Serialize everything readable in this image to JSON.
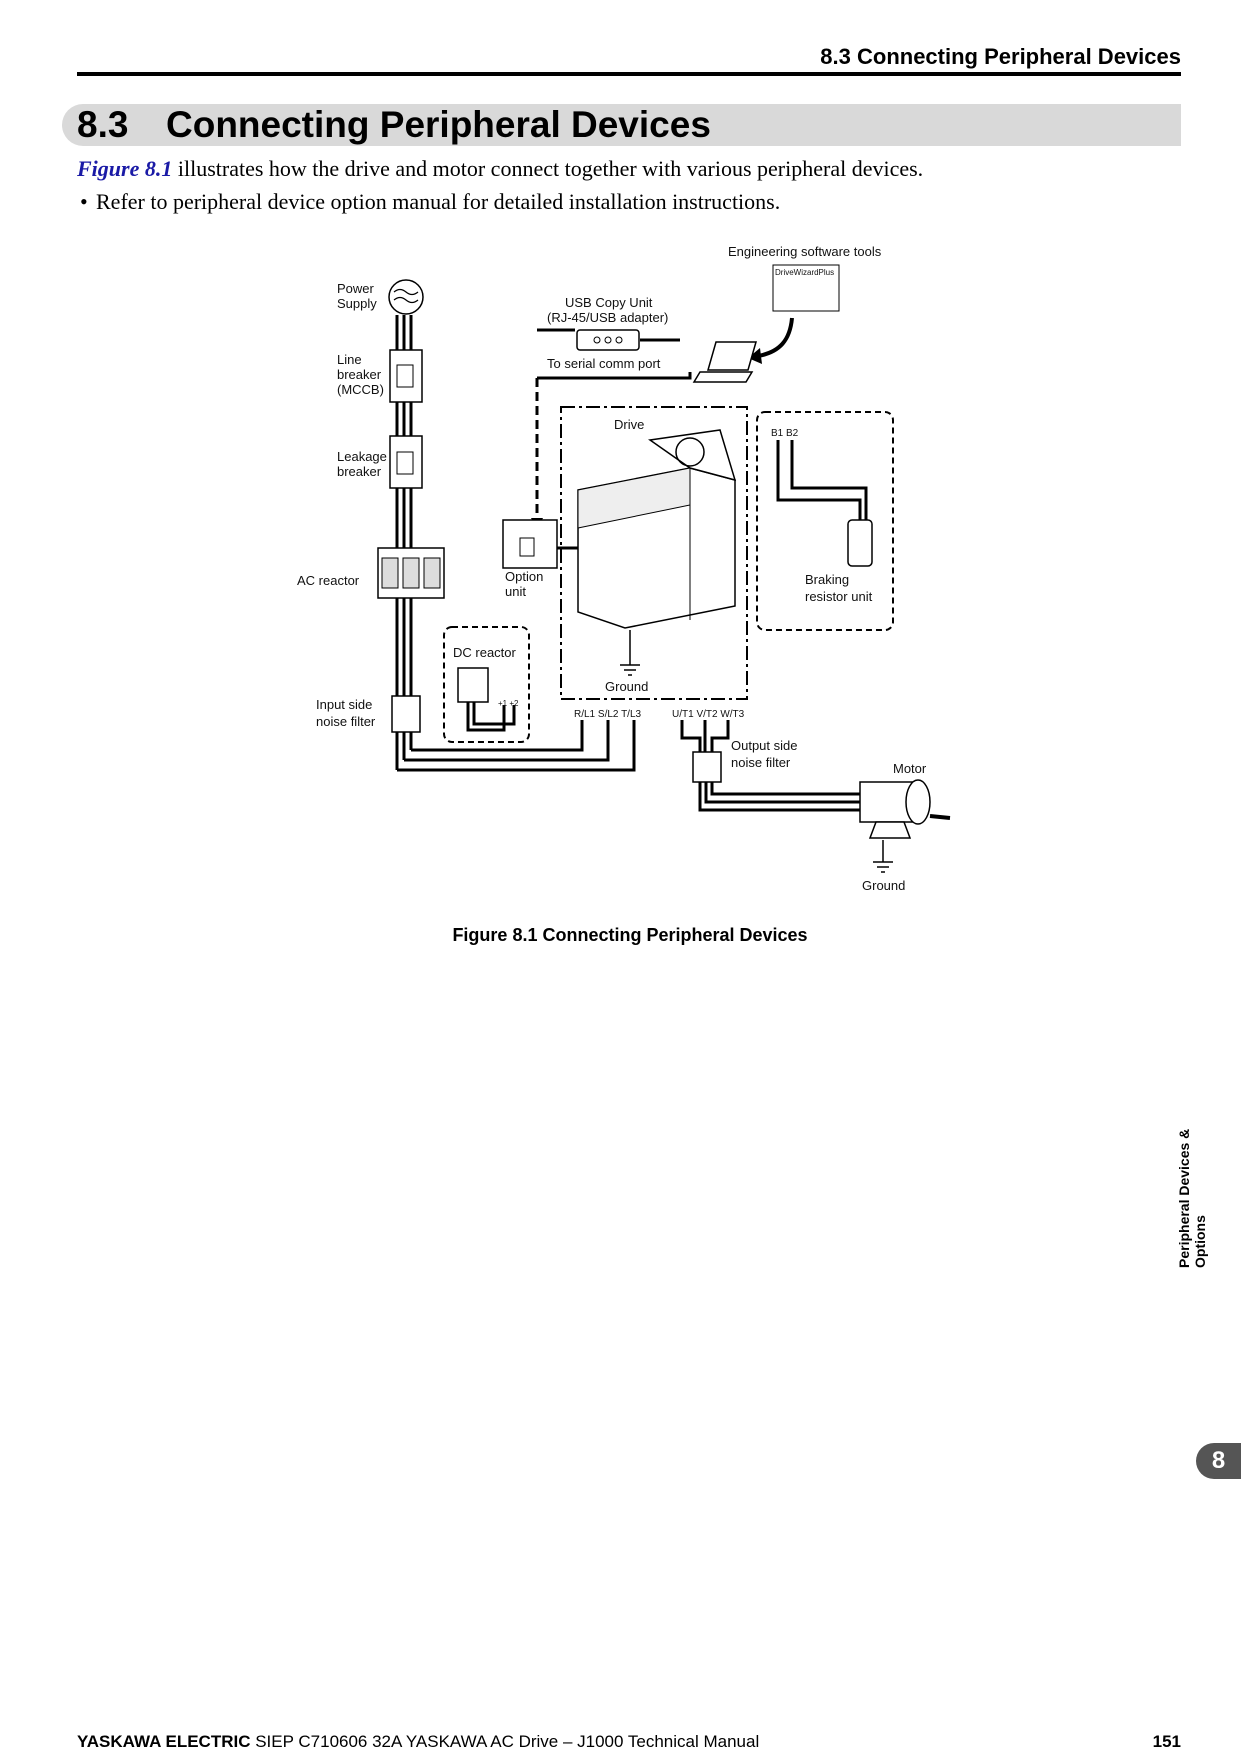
{
  "header": {
    "running_title": "8.3  Connecting Peripheral Devices"
  },
  "section": {
    "number": "8.3",
    "title": "Connecting Peripheral Devices"
  },
  "intro": {
    "figure_ref": "Figure 8.1",
    "text": " illustrates how the drive and motor connect together with various peripheral devices."
  },
  "bullet": "Refer to peripheral device option manual for detailed installation instructions.",
  "diagram": {
    "engineering_tools": "Engineering software tools",
    "drivewizard": "DriveWizardPlus",
    "power_supply": [
      "Power",
      "Supply"
    ],
    "usb_copy_unit": [
      "USB Copy Unit",
      "(RJ-45/USB adapter)"
    ],
    "serial_port": "To serial comm port",
    "line_breaker": [
      "Line",
      "breaker",
      "(MCCB)"
    ],
    "drive": "Drive",
    "b1b2": "B1  B2",
    "leakage_breaker": [
      "Leakage",
      "breaker"
    ],
    "ac_reactor": "AC reactor",
    "option_unit": [
      "Option",
      "unit"
    ],
    "braking_resistor": [
      "Braking",
      "resistor unit"
    ],
    "dc_reactor": "DC reactor",
    "dc_terminals": "+1  +2",
    "ground_drive": "Ground",
    "input_filter": [
      "Input side",
      "noise filter"
    ],
    "input_terminals": "R/L1  S/L2  T/L3",
    "output_terminals": "U/T1 V/T2 W/T3",
    "output_filter": [
      "Output side",
      "noise filter"
    ],
    "motor": "Motor",
    "ground_motor": "Ground"
  },
  "caption": "Figure 8.1  Connecting Peripheral Devices",
  "side_tab": {
    "line1": "Peripheral Devices &",
    "line2": "Options",
    "chapter": "8"
  },
  "footer": {
    "brand": "YASKAWA ELECTRIC",
    "text": " SIEP C710606 32A YASKAWA AC Drive – J1000 Technical Manual",
    "page": "151"
  },
  "colors": {
    "link": "#1a1aa6",
    "section_bar": "#d9d9d9",
    "tab": "#555555"
  }
}
